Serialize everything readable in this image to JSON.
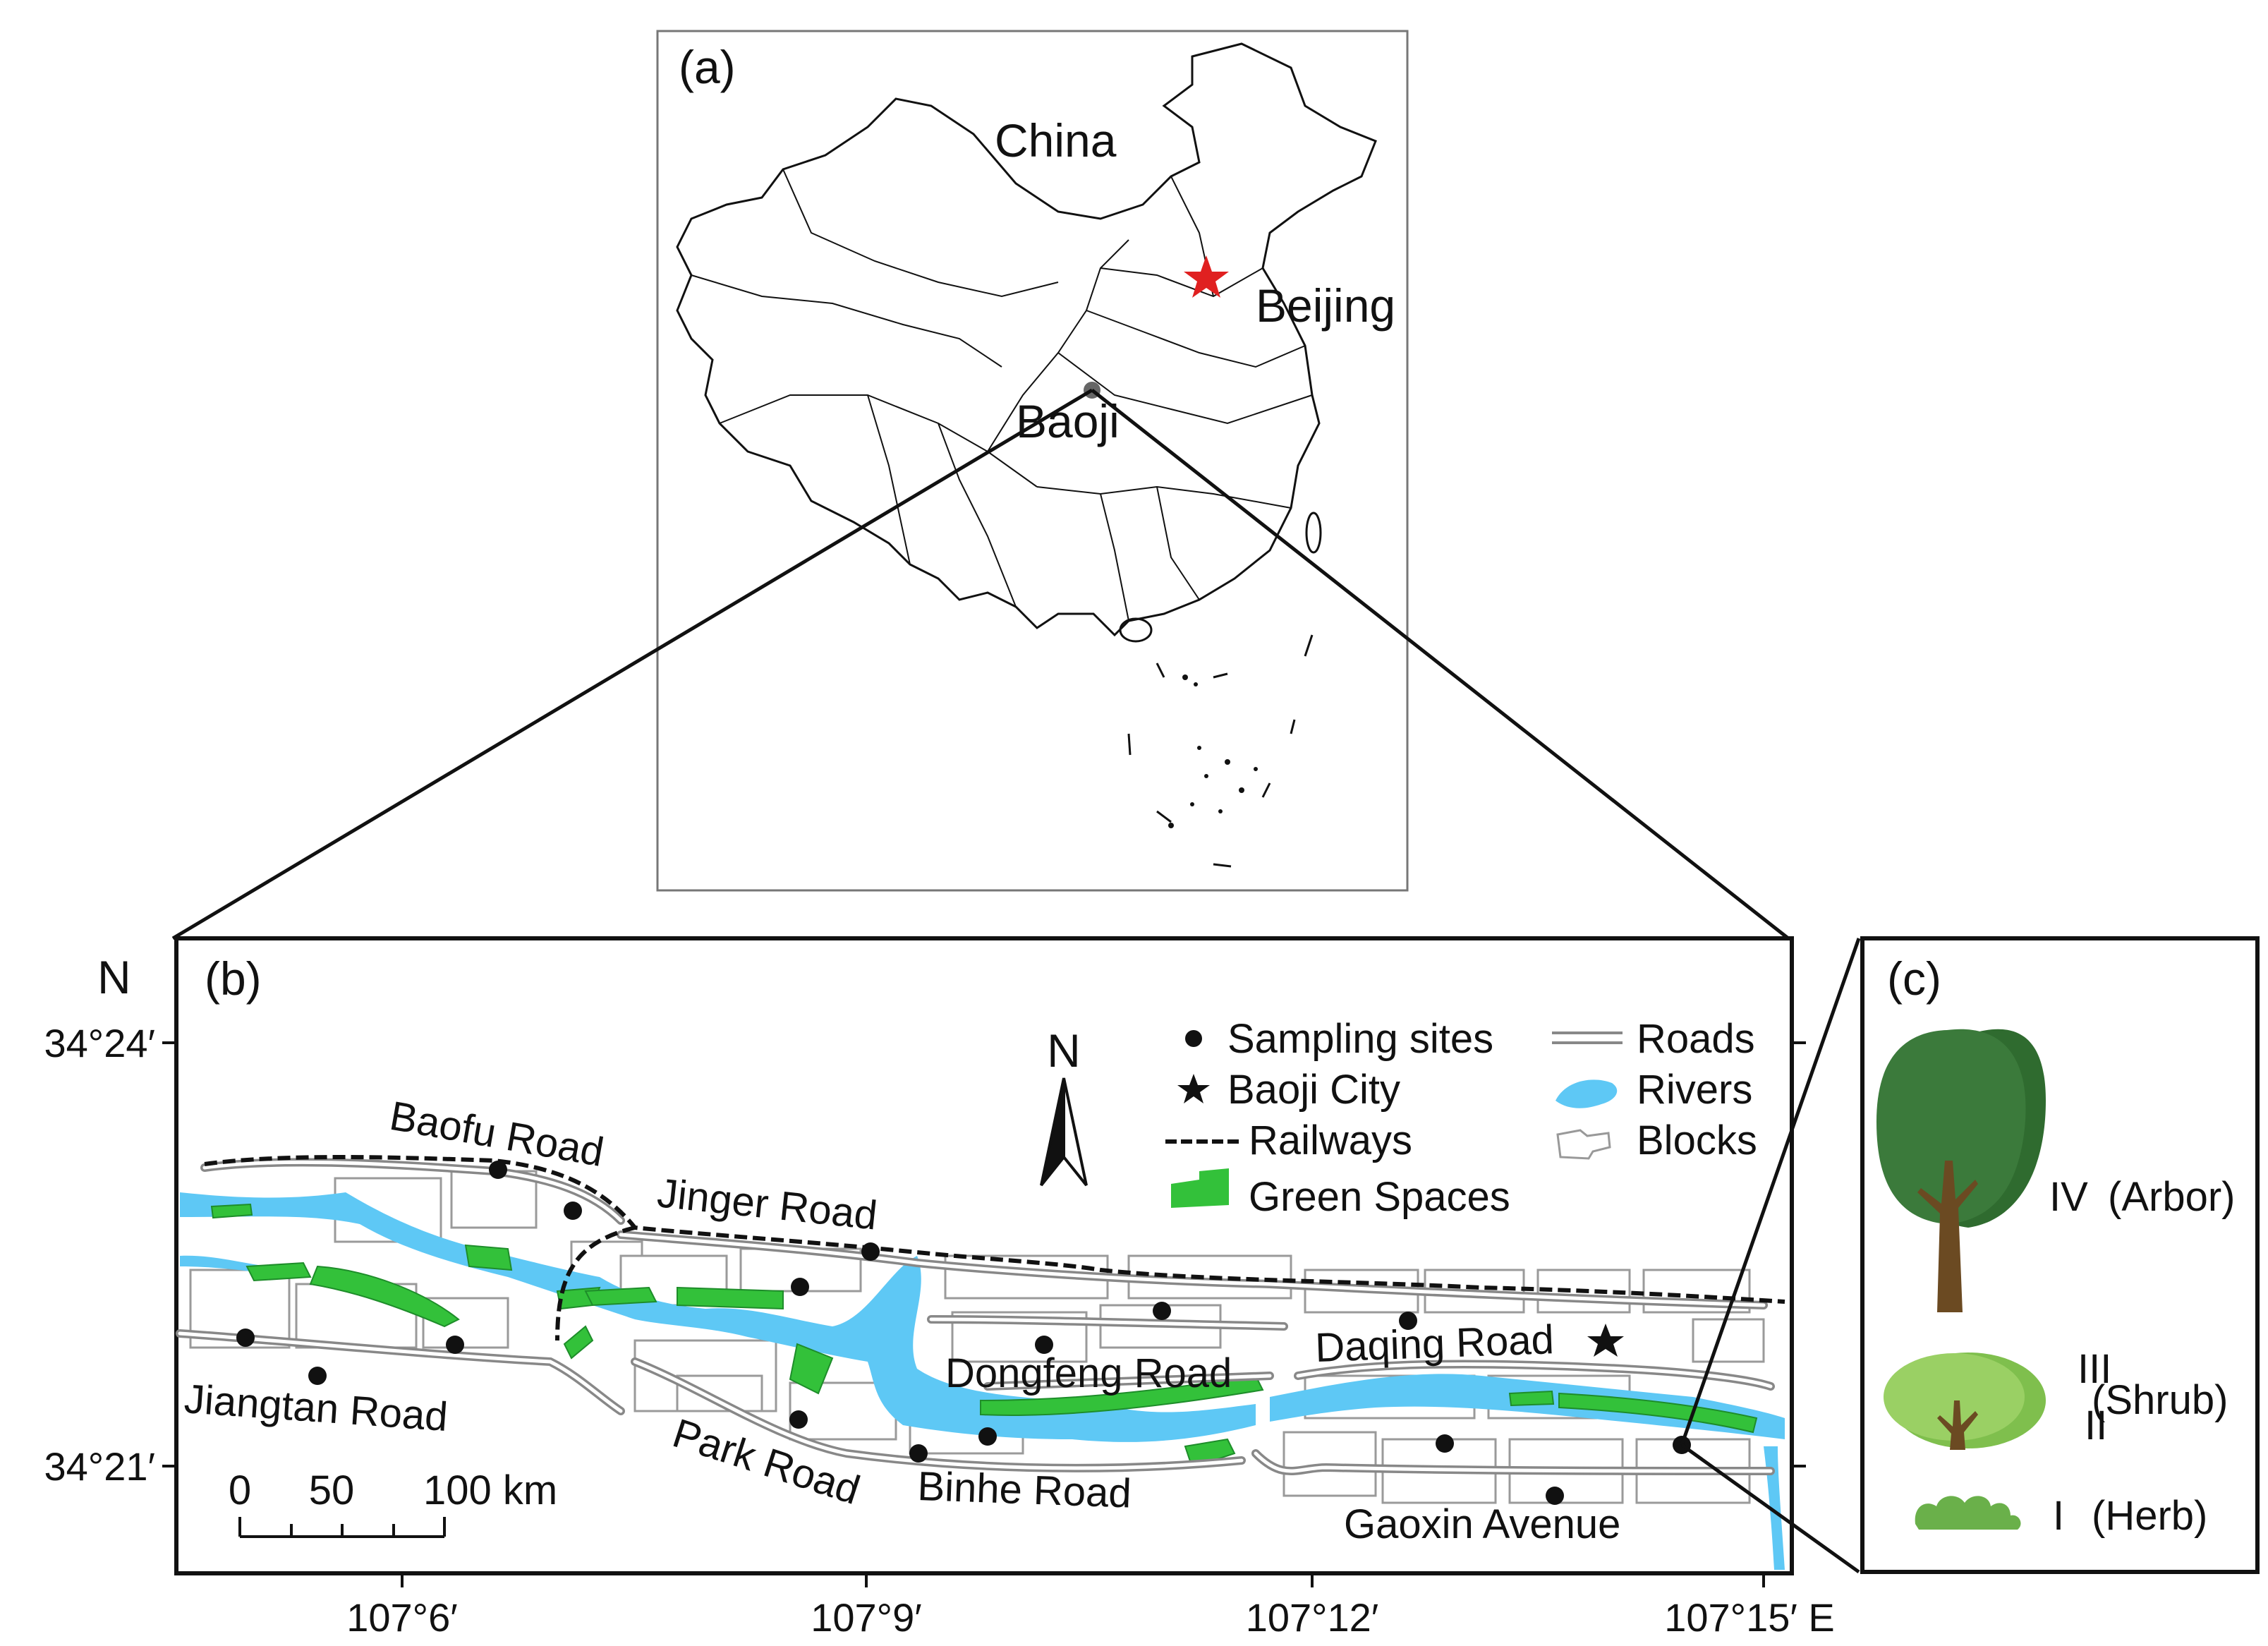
{
  "panel_a": {
    "label": "(a)",
    "country": "China",
    "capital_label": "Beijing",
    "site_label": "Baoji"
  },
  "panel_b": {
    "label": "(b)",
    "north_arrow": "N",
    "axis_north": "N",
    "lat_ticks": [
      "34°24′",
      "34°21′"
    ],
    "lon_ticks": [
      "107°6′",
      "107°9′",
      "107°12′",
      "107°15′ E"
    ],
    "scale_bar": {
      "labels": [
        "0",
        "50",
        "100 km"
      ]
    },
    "roads": [
      "Baofu Road",
      "Jinger Road",
      "Jiangtan Road",
      "Park Road",
      "Dongfeng Road",
      "Binhe Road",
      "Daqing Road",
      "Gaoxin Avenue"
    ],
    "legend": [
      {
        "icon": "dot-icon",
        "label": "Sampling sites"
      },
      {
        "icon": "star-icon",
        "label": "Baoji City"
      },
      {
        "icon": "railway-icon",
        "label": "Railways"
      },
      {
        "icon": "green-space-icon",
        "label": "Green Spaces"
      },
      {
        "icon": "road-icon",
        "label": "Roads"
      },
      {
        "icon": "river-icon",
        "label": "Rivers"
      },
      {
        "icon": "block-icon",
        "label": "Blocks"
      }
    ]
  },
  "panel_c": {
    "label": "(c)",
    "levels": [
      {
        "code": "IV",
        "name": "(Arbor)"
      },
      {
        "code": "III",
        "name": ""
      },
      {
        "code": "II",
        "name": "(Shrub)"
      },
      {
        "code": "I",
        "name": "(Herb)"
      }
    ]
  },
  "colors": {
    "river": "#5ec8f5",
    "green_space": "#33c13a",
    "star_beijing": "#e02020",
    "arbor": "#3b7a3b",
    "shrub": "#8cc85a",
    "herb": "#6ab04a",
    "trunk": "#6b4a22"
  }
}
